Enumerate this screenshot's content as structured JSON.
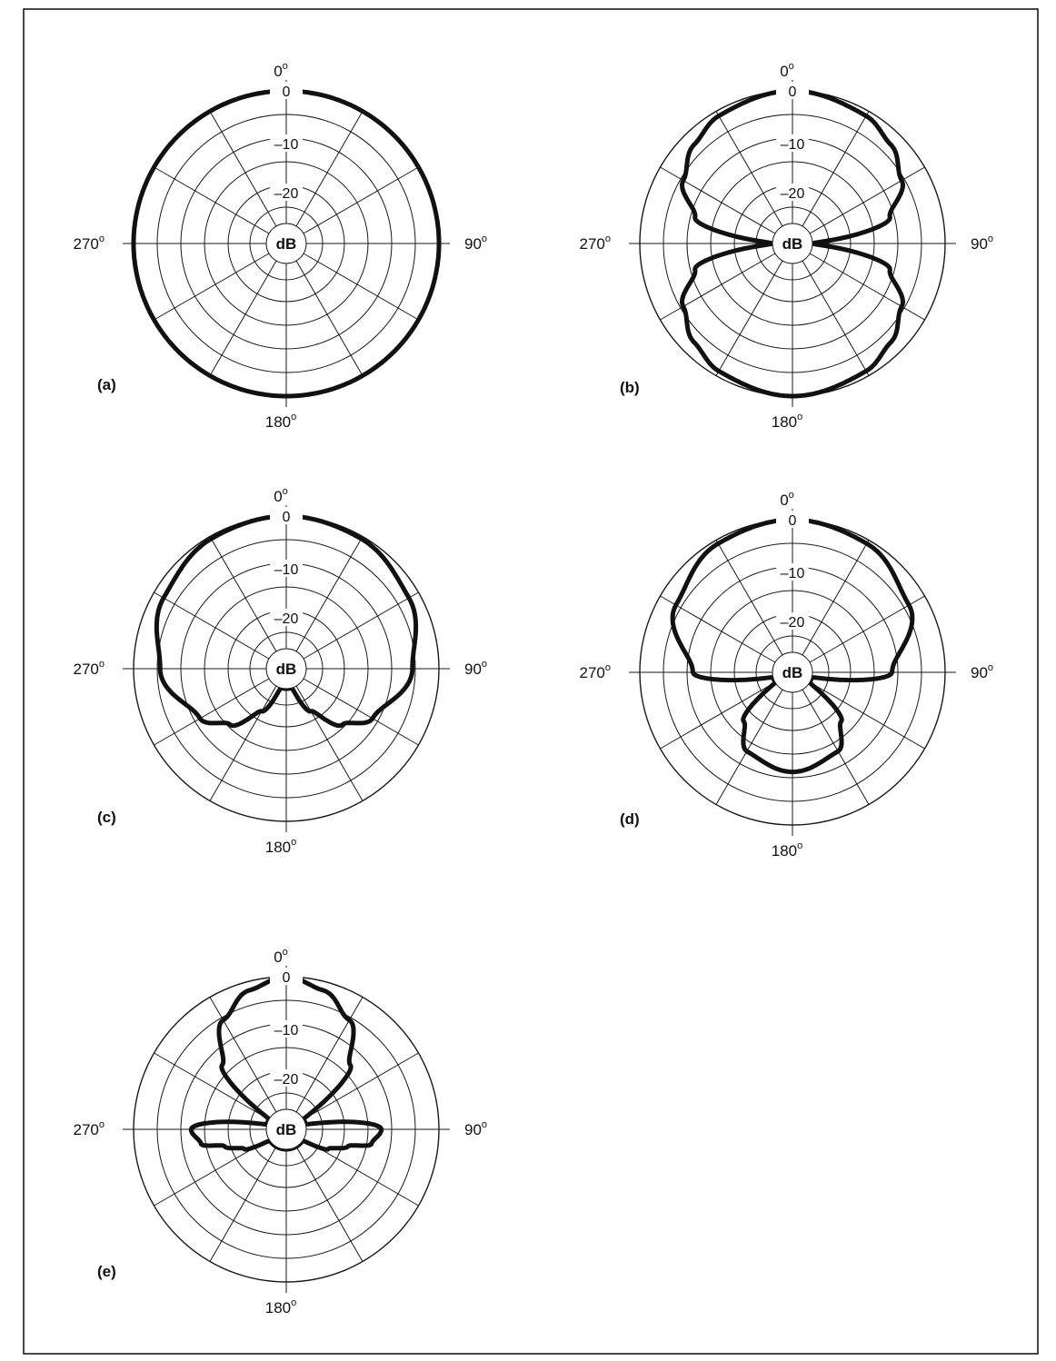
{
  "chart_data": [
    {
      "type": "polar",
      "panel": "(a)",
      "angle_labels": [
        "0",
        "90",
        "180",
        "270"
      ],
      "angle_unit": "o",
      "ring_labels": [
        "0",
        "–10",
        "–20"
      ],
      "center_label": "dB",
      "r_range_db": [
        -30,
        0
      ],
      "pattern": "omnidirectional",
      "series": [
        {
          "angle_deg": [
            0,
            45,
            90,
            135,
            180,
            225,
            270,
            315
          ],
          "level_db": [
            0,
            0,
            0,
            0,
            0,
            0,
            0,
            0
          ]
        }
      ]
    },
    {
      "type": "polar",
      "panel": "(b)",
      "angle_labels": [
        "0",
        "90",
        "180",
        "270"
      ],
      "angle_unit": "o",
      "ring_labels": [
        "0",
        "–10",
        "–20"
      ],
      "center_label": "dB",
      "r_range_db": [
        -30,
        0
      ],
      "pattern": "bidirectional",
      "series": [
        {
          "angle_deg": [
            0,
            30,
            45,
            60,
            75,
            90,
            105,
            120,
            135,
            150,
            180
          ],
          "level_db": [
            0,
            -1.2,
            -3,
            -6,
            -11.7,
            -30,
            -11.7,
            -6,
            -3,
            -1.2,
            0
          ]
        }
      ]
    },
    {
      "type": "polar",
      "panel": "(c)",
      "angle_labels": [
        "0",
        "90",
        "180",
        "270"
      ],
      "angle_unit": "o",
      "ring_labels": [
        "0",
        "–10",
        "–20"
      ],
      "center_label": "dB",
      "r_range_db": [
        -30,
        0
      ],
      "pattern": "cardioid",
      "series": [
        {
          "angle_deg": [
            0,
            30,
            60,
            90,
            120,
            135,
            150,
            165,
            180
          ],
          "level_db": [
            0,
            -0.6,
            -2.5,
            -6,
            -12,
            -16.6,
            -23.4,
            -30,
            -30
          ]
        }
      ]
    },
    {
      "type": "polar",
      "panel": "(d)",
      "angle_labels": [
        "0",
        "90",
        "180",
        "270"
      ],
      "angle_unit": "o",
      "ring_labels": [
        "0",
        "–10",
        "–20"
      ],
      "center_label": "dB",
      "r_range_db": [
        -30,
        0
      ],
      "pattern": "hypercardioid",
      "series": [
        {
          "angle_deg": [
            0,
            30,
            60,
            90,
            105,
            120,
            135,
            150,
            180
          ],
          "level_db": [
            0,
            -0.9,
            -4.1,
            -12,
            -30,
            -30,
            -18.9,
            -13.9,
            -12
          ]
        }
      ]
    },
    {
      "type": "polar",
      "panel": "(e)",
      "angle_labels": [
        "0",
        "90",
        "180",
        "270"
      ],
      "angle_unit": "o",
      "ring_labels": [
        "0",
        "–10",
        "–20"
      ],
      "center_label": "dB",
      "r_range_db": [
        -30,
        0
      ],
      "pattern": "shotgun / line",
      "series": [
        {
          "angle_deg": [
            0,
            15,
            30,
            45,
            60,
            75,
            90,
            100,
            105,
            115,
            125,
            140,
            155,
            180
          ],
          "level_db": [
            0,
            -2,
            -6,
            -14,
            -30,
            -30,
            -13,
            -15,
            -20,
            -24,
            -30,
            -30,
            -30,
            -30
          ]
        }
      ]
    }
  ]
}
